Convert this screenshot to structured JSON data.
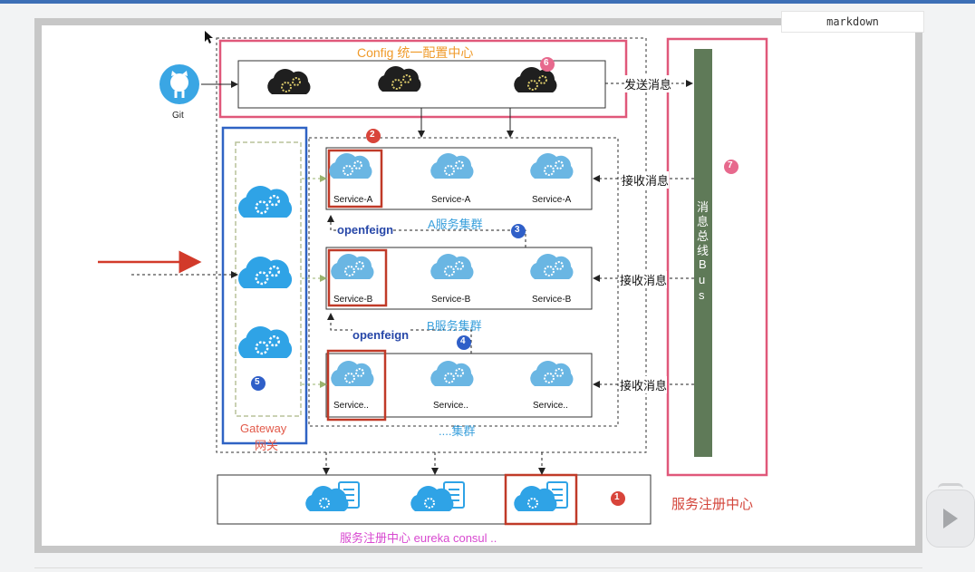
{
  "top_tab": "markdown",
  "config": {
    "title": "Config 统一配置中心",
    "badge": "6",
    "send": "发送消息"
  },
  "git": {
    "label": "Git"
  },
  "cluster_badge": "2",
  "clusters": [
    {
      "services": [
        "Service-A",
        "Service-A",
        "Service-A"
      ],
      "caption": "A服务集群",
      "recv": "接收消息"
    },
    {
      "services": [
        "Service-B",
        "Service-B",
        "Service-B"
      ],
      "caption": "B服务集群",
      "recv": "接收消息"
    },
    {
      "services": [
        "Service..",
        "Service..",
        "Service.."
      ],
      "caption": "....集群",
      "recv": "接收消息"
    }
  ],
  "openfeign": [
    {
      "label": "openfeign",
      "badge": "3"
    },
    {
      "label": "openfeign",
      "badge": "4"
    }
  ],
  "gateway": {
    "label1": "Gateway",
    "label2": "网关",
    "badge": "5"
  },
  "bus": {
    "chars": [
      "消",
      "息",
      "总",
      "线",
      "B",
      "u",
      "s"
    ],
    "badge": "7"
  },
  "registry": {
    "badge": "1",
    "title": "服务注册中心",
    "caption": "服务注册中心 eureka consul .."
  },
  "colors": {
    "pink": "#e0587a",
    "red": "#c03a28",
    "blue": "#2f63c4",
    "bus_green": "#5f7a58",
    "cloud_blue": "#3fa7de",
    "cyan_text": "#3aa0dc",
    "magenta_text": "#d848d0",
    "orange_text": "#ef9a2a"
  }
}
